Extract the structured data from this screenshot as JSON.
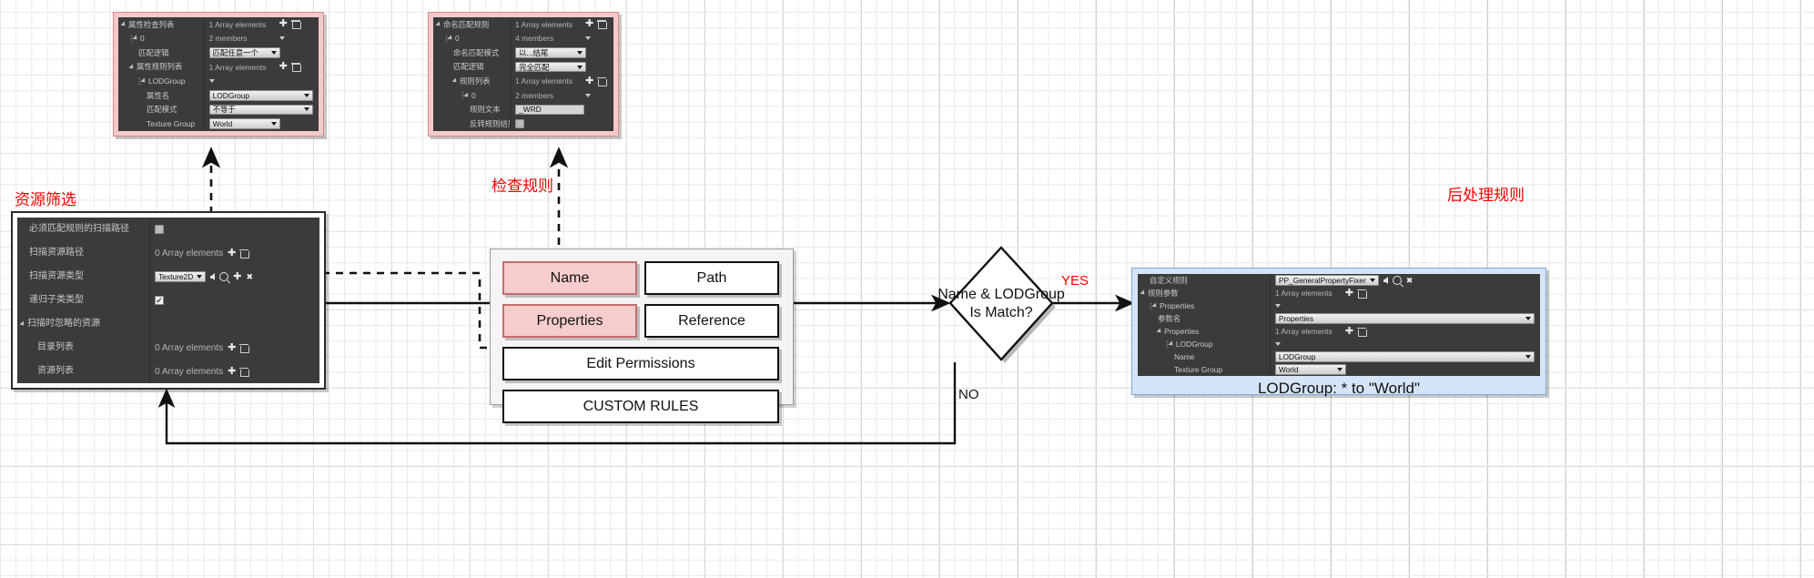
{
  "diagram": {
    "title_asset_filter": "资源筛选",
    "title_check_rules": "检查规则",
    "title_post_rules": "后处理规则",
    "decision": {
      "line1": "Name & LODGroup",
      "line2": "Is Match?"
    },
    "edges": {
      "yes": "YES",
      "no": "NO"
    }
  },
  "panel_property_check": {
    "rows": [
      {
        "label": "属性检查列表",
        "value": "1 Array elements",
        "value_kind": "array",
        "indent": 0,
        "expander": true
      },
      {
        "label": "0",
        "value": "2 members",
        "value_kind": "members",
        "indent": 1,
        "expander": true,
        "handle": true
      },
      {
        "label": "匹配逻辑",
        "value": "匹配任意一个",
        "value_kind": "combo-small",
        "indent": 2
      },
      {
        "label": "属性规则列表",
        "value": "1 Array elements",
        "value_kind": "array",
        "indent": 1,
        "expander": true
      },
      {
        "label": "LODGroup",
        "value": "",
        "value_kind": "caret",
        "indent": 2,
        "expander": true,
        "handle": true
      },
      {
        "label": "属性名",
        "value": "LODGroup",
        "value_kind": "combo-wide",
        "indent": 3
      },
      {
        "label": "匹配模式",
        "value": "不等于",
        "value_kind": "combo-wide",
        "indent": 3
      },
      {
        "label": "Texture Group",
        "value": "World",
        "value_kind": "combo-small",
        "indent": 3
      }
    ]
  },
  "panel_name_match": {
    "rows": [
      {
        "label": "命名匹配规则",
        "value": "1 Array elements",
        "value_kind": "array",
        "indent": 0,
        "expander": true
      },
      {
        "label": "0",
        "value": "4 members",
        "value_kind": "members",
        "indent": 1,
        "expander": true,
        "handle": true
      },
      {
        "label": "命名匹配模式",
        "value": "以...结尾",
        "value_kind": "combo-small",
        "indent": 2
      },
      {
        "label": "匹配逻辑",
        "value": "完全匹配",
        "value_kind": "combo-small",
        "indent": 2
      },
      {
        "label": "规则列表",
        "value": "1 Array elements",
        "value_kind": "array",
        "indent": 2,
        "expander": true
      },
      {
        "label": "0",
        "value": "2 members",
        "value_kind": "members",
        "indent": 3,
        "expander": true,
        "handle": true
      },
      {
        "label": "规则文本",
        "value": "_WRD",
        "value_kind": "textbox",
        "indent": 4
      },
      {
        "label": "反转规则结果",
        "value": "",
        "value_kind": "checkbox",
        "checked": false,
        "indent": 4
      }
    ]
  },
  "panel_asset_filter": {
    "rows": [
      {
        "label": "必须匹配规则的扫描路径",
        "value": "",
        "value_kind": "checkbox",
        "checked": false,
        "indent": 1
      },
      {
        "label": "扫描资源路径",
        "value": "0 Array elements",
        "value_kind": "array",
        "indent": 1
      },
      {
        "label": "扫描资源类型",
        "value": "Texture2D",
        "value_kind": "combo-picker",
        "indent": 1
      },
      {
        "label": "递归子类类型",
        "value": "",
        "value_kind": "checkbox",
        "checked": true,
        "indent": 1
      },
      {
        "label": "扫描时忽略的资源",
        "value": "",
        "value_kind": "none",
        "indent": 0,
        "expander": true
      },
      {
        "label": "目录列表",
        "value": "0 Array elements",
        "value_kind": "array",
        "indent": 2
      },
      {
        "label": "资源列表",
        "value": "0 Array elements",
        "value_kind": "array",
        "indent": 2
      }
    ]
  },
  "check_rules": {
    "boxes": [
      {
        "label": "Name",
        "style": "pink"
      },
      {
        "label": "Path",
        "style": "plain"
      },
      {
        "label": "Properties",
        "style": "pink"
      },
      {
        "label": "Reference",
        "style": "plain"
      },
      {
        "label": "Edit Permissions",
        "style": "plain"
      },
      {
        "label": "CUSTOM RULES",
        "style": "plain"
      }
    ]
  },
  "panel_post_process": {
    "caption": "LODGroup: * to \"World\"",
    "rows": [
      {
        "label": "自定义规则",
        "value": "PP_GeneralPropertyFixer",
        "value_kind": "combo-asset",
        "indent": 1
      },
      {
        "label": "规则参数",
        "value": "1 Array elements",
        "value_kind": "array",
        "indent": 0,
        "expander": true
      },
      {
        "label": "Properties",
        "value": "",
        "value_kind": "caret",
        "indent": 1,
        "expander": true,
        "handle": true
      },
      {
        "label": "参数名",
        "value": "Properties",
        "value_kind": "combo-wide",
        "indent": 2
      },
      {
        "label": "Properties",
        "value": "1 Array elements",
        "value_kind": "array",
        "indent": 2,
        "expander": true
      },
      {
        "label": "LODGroup",
        "value": "",
        "value_kind": "caret",
        "indent": 3,
        "expander": true,
        "handle": true
      },
      {
        "label": "Name",
        "value": "LODGroup",
        "value_kind": "combo-wide",
        "indent": 4
      },
      {
        "label": "Texture Group",
        "value": "World",
        "value_kind": "combo-small",
        "indent": 4
      }
    ]
  },
  "colors": {
    "accent_red": "#ff0000",
    "pink_fill": "#f6cccc",
    "panel_dark": "#3b3b3b",
    "blue_frame": "#d6e4f7"
  }
}
